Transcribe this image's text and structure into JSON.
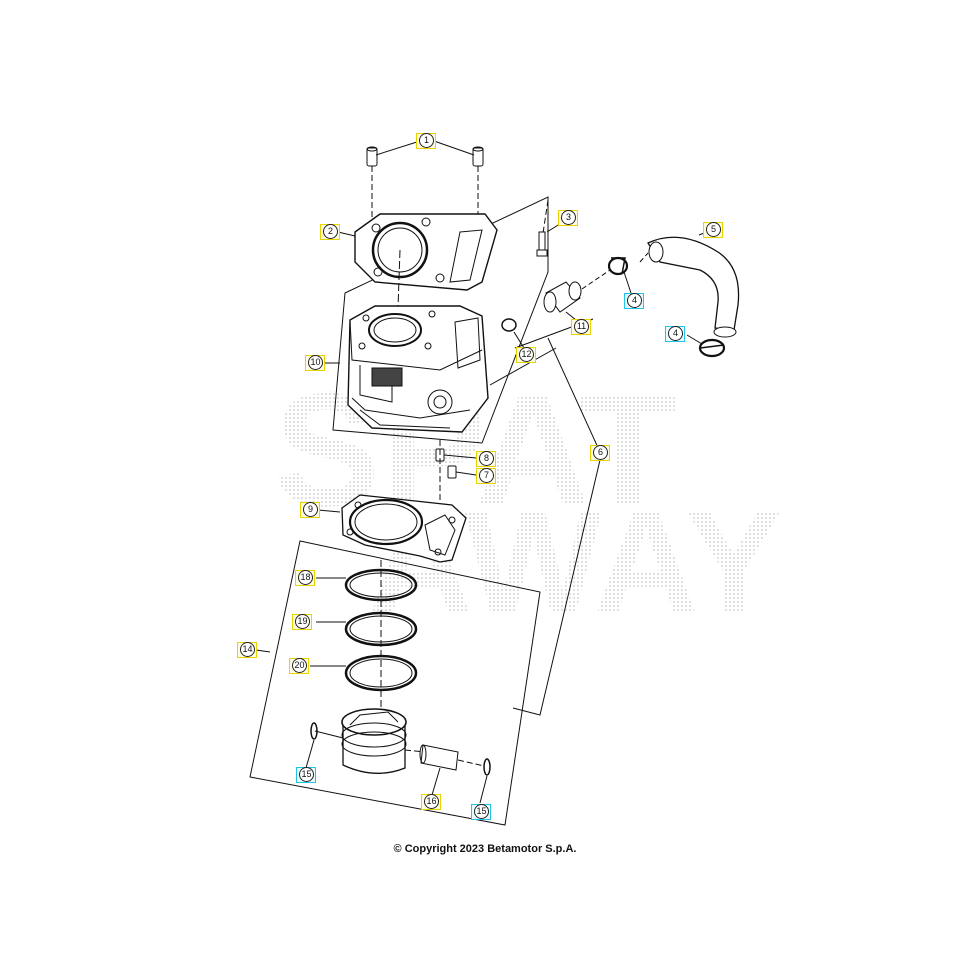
{
  "diagram": {
    "watermark_lines": [
      "SPAT",
      "AWAY"
    ],
    "copyright": "© Copyright 2023 Betamotor S.p.A."
  },
  "callouts": [
    {
      "id": "c1",
      "label": "1",
      "style": "yellow"
    },
    {
      "id": "c2",
      "label": "2",
      "style": "yellow"
    },
    {
      "id": "c3",
      "label": "3",
      "style": "yellow"
    },
    {
      "id": "c4a",
      "label": "4",
      "style": "blue"
    },
    {
      "id": "c4b",
      "label": "4",
      "style": "blue"
    },
    {
      "id": "c5",
      "label": "5",
      "style": "yellow"
    },
    {
      "id": "c6",
      "label": "6",
      "style": "yellow"
    },
    {
      "id": "c7",
      "label": "7",
      "style": "yellow"
    },
    {
      "id": "c8",
      "label": "8",
      "style": "yellow"
    },
    {
      "id": "c9",
      "label": "9",
      "style": "yellow"
    },
    {
      "id": "c10",
      "label": "10",
      "style": "yellow"
    },
    {
      "id": "c11",
      "label": "11",
      "style": "yellow"
    },
    {
      "id": "c12",
      "label": "12",
      "style": "yellow"
    },
    {
      "id": "c14",
      "label": "14",
      "style": "yellow"
    },
    {
      "id": "c15a",
      "label": "15",
      "style": "blue"
    },
    {
      "id": "c15b",
      "label": "15",
      "style": "blue"
    },
    {
      "id": "c16",
      "label": "16",
      "style": "yellow"
    },
    {
      "id": "c18",
      "label": "18",
      "style": "yellow"
    },
    {
      "id": "c19",
      "label": "19",
      "style": "yellow"
    },
    {
      "id": "c20",
      "label": "20",
      "style": "yellow"
    }
  ]
}
